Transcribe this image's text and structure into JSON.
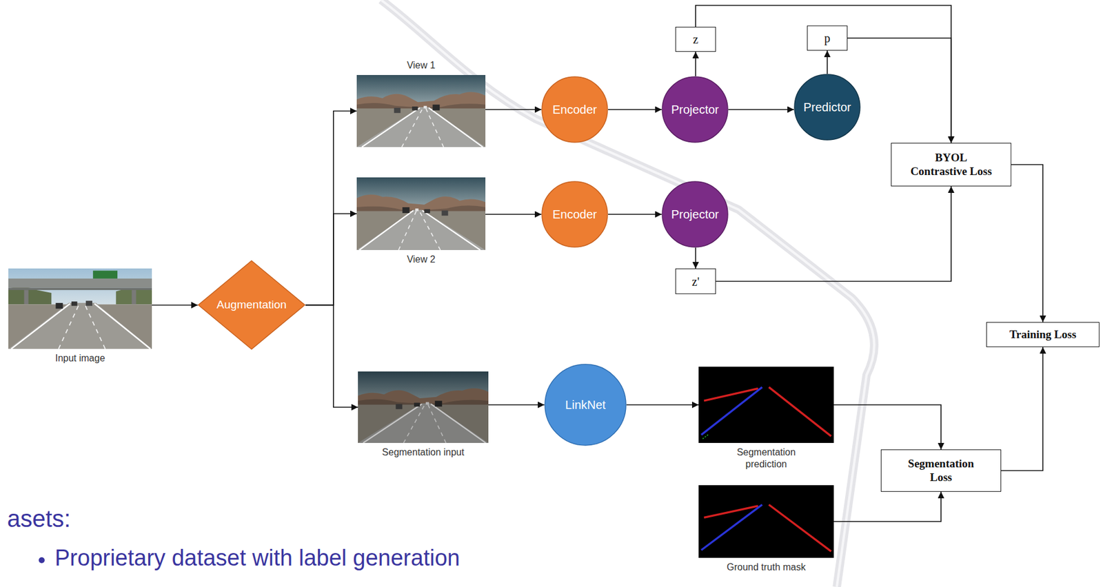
{
  "diagram": {
    "nodes": [
      {
        "text": [
          "Input image"
        ]
      },
      {
        "text": [
          "Augmentation"
        ]
      },
      {
        "text": [
          "View 1"
        ]
      },
      {
        "text": [
          "View 2"
        ]
      },
      {
        "text": [
          "Segmentation input"
        ]
      },
      {
        "text": [
          "Encoder"
        ]
      },
      {
        "text": [
          "Encoder"
        ]
      },
      {
        "text": [
          "LinkNet"
        ]
      },
      {
        "text": [
          "z"
        ]
      },
      {
        "text": [
          "Projector"
        ]
      },
      {
        "text": [
          "Projector"
        ]
      },
      {
        "text": [
          "z'"
        ]
      },
      {
        "text": [
          "p"
        ]
      },
      {
        "text": [
          "Predictor"
        ]
      },
      {
        "text": [
          "BYOL Contrastive Loss"
        ]
      },
      {
        "text": [
          "Segmentation prediction"
        ]
      },
      {
        "text": [
          "Ground truth mask"
        ]
      },
      {
        "text": [
          "Segmentation Loss"
        ]
      },
      {
        "text": [
          "Training Loss"
        ]
      }
    ],
    "edges": [
      {
        "from": 0,
        "to": 1,
        "arrow": "to"
      },
      {
        "from": 1,
        "to": 2,
        "arrow": "to"
      },
      {
        "from": 1,
        "to": 3,
        "arrow": "to"
      },
      {
        "from": 1,
        "to": 4,
        "arrow": "to"
      },
      {
        "from": 2,
        "to": 5,
        "arrow": "to"
      },
      {
        "from": 3,
        "to": 6,
        "arrow": "to"
      },
      {
        "from": 4,
        "to": 7,
        "arrow": "to"
      },
      {
        "from": 5,
        "to": 9,
        "arrow": "to"
      },
      {
        "from": 6,
        "to": 10,
        "arrow": "to"
      },
      {
        "from": 9,
        "to": 8,
        "arrow": "to"
      },
      {
        "from": 9,
        "to": 13,
        "arrow": "to"
      },
      {
        "from": 13,
        "to": 12,
        "arrow": "to"
      },
      {
        "from": 10,
        "to": 11,
        "arrow": "to"
      },
      {
        "from": 8,
        "to": 14,
        "arrow": "to"
      },
      {
        "from": 12,
        "to": 14,
        "arrow": "to"
      },
      {
        "from": 11,
        "to": 14,
        "arrow": "to"
      },
      {
        "from": 14,
        "to": 18,
        "arrow": "to"
      },
      {
        "from": 7,
        "to": 15,
        "arrow": "to"
      },
      {
        "from": 15,
        "to": 17,
        "arrow": "to"
      },
      {
        "from": 16,
        "to": 17,
        "arrow": "to"
      },
      {
        "from": 17,
        "to": 18,
        "arrow": "to"
      }
    ],
    "labels": [
      "asets:",
      "Proprietary dataset with label generation"
    ]
  }
}
